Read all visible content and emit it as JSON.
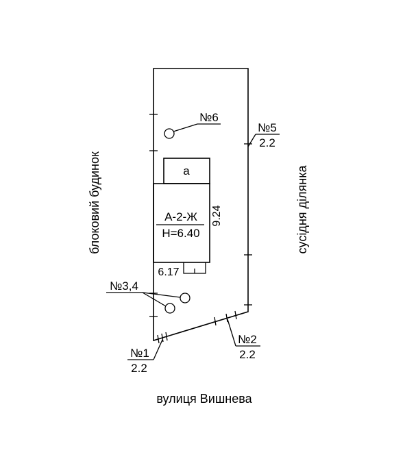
{
  "labels": {
    "left_neighbor": "блоковий будинок",
    "right_neighbor": "сусідня ділянка",
    "street": "вулиця Вишнева"
  },
  "building": {
    "annex_label": "а",
    "code": "А-2-Ж",
    "height": "H=6.40",
    "length": "9.24",
    "width": "6.17"
  },
  "points": [
    {
      "id": "p1",
      "number": "№1",
      "distance": "2.2"
    },
    {
      "id": "p2",
      "number": "№2",
      "distance": "2.2"
    },
    {
      "id": "p34",
      "number": "№3,4"
    },
    {
      "id": "p5",
      "number": "№5",
      "distance": "2.2"
    },
    {
      "id": "p6",
      "number": "№6"
    }
  ]
}
